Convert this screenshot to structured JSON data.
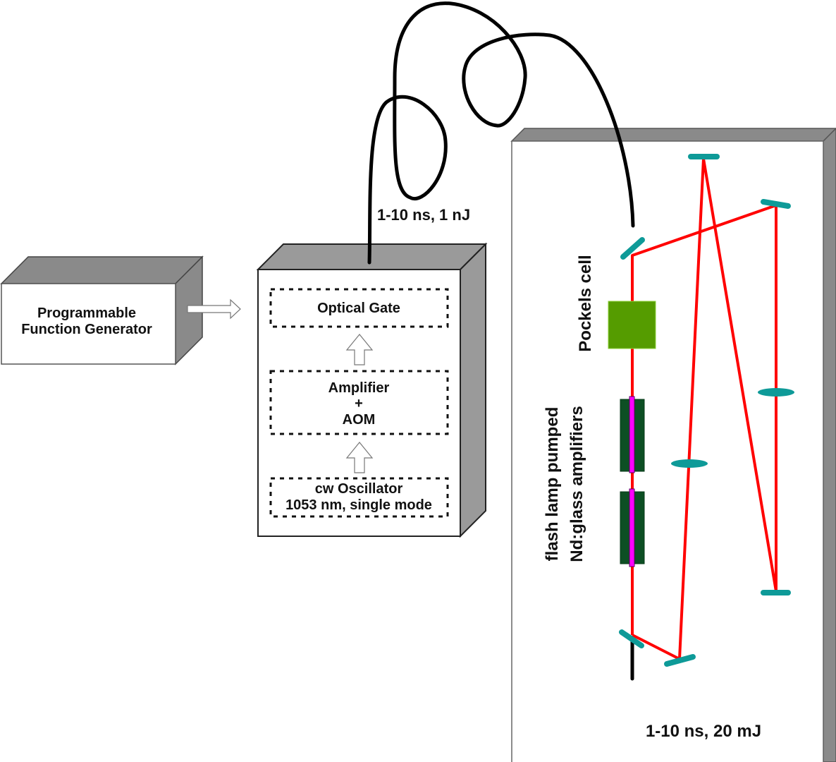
{
  "diagram": {
    "title": "Laser pulse generation setup",
    "function_generator": {
      "line1": "Programmable",
      "line2": "Function Generator"
    },
    "seed_module": {
      "stages": [
        {
          "label_lines": [
            "Optical Gate"
          ]
        },
        {
          "label_lines": [
            "Amplifier",
            "+",
            "AOM"
          ]
        },
        {
          "label_lines": [
            "cw Oscillator",
            "1053 nm, single mode"
          ]
        }
      ]
    },
    "fiber_output_label": "1-10 ns, 1 nJ",
    "amplifier_table": {
      "pockels_cell_label": "Pockels cell",
      "amplifiers_label_line1": "flash lamp pumped",
      "amplifiers_label_line2": "Nd:glass amplifiers",
      "output_label": "1-10 ns, 20 mJ"
    },
    "colors": {
      "box_face": "#ffffff",
      "box_shade": "#8a8a8a",
      "beam": "#ff0000",
      "mirror": "#0e9a98",
      "pockels_cell": "#559c00",
      "amplifier_rod_housing": "#0d4f24",
      "amplifier_rod": "#ff00ff",
      "fiber": "#000000"
    }
  }
}
